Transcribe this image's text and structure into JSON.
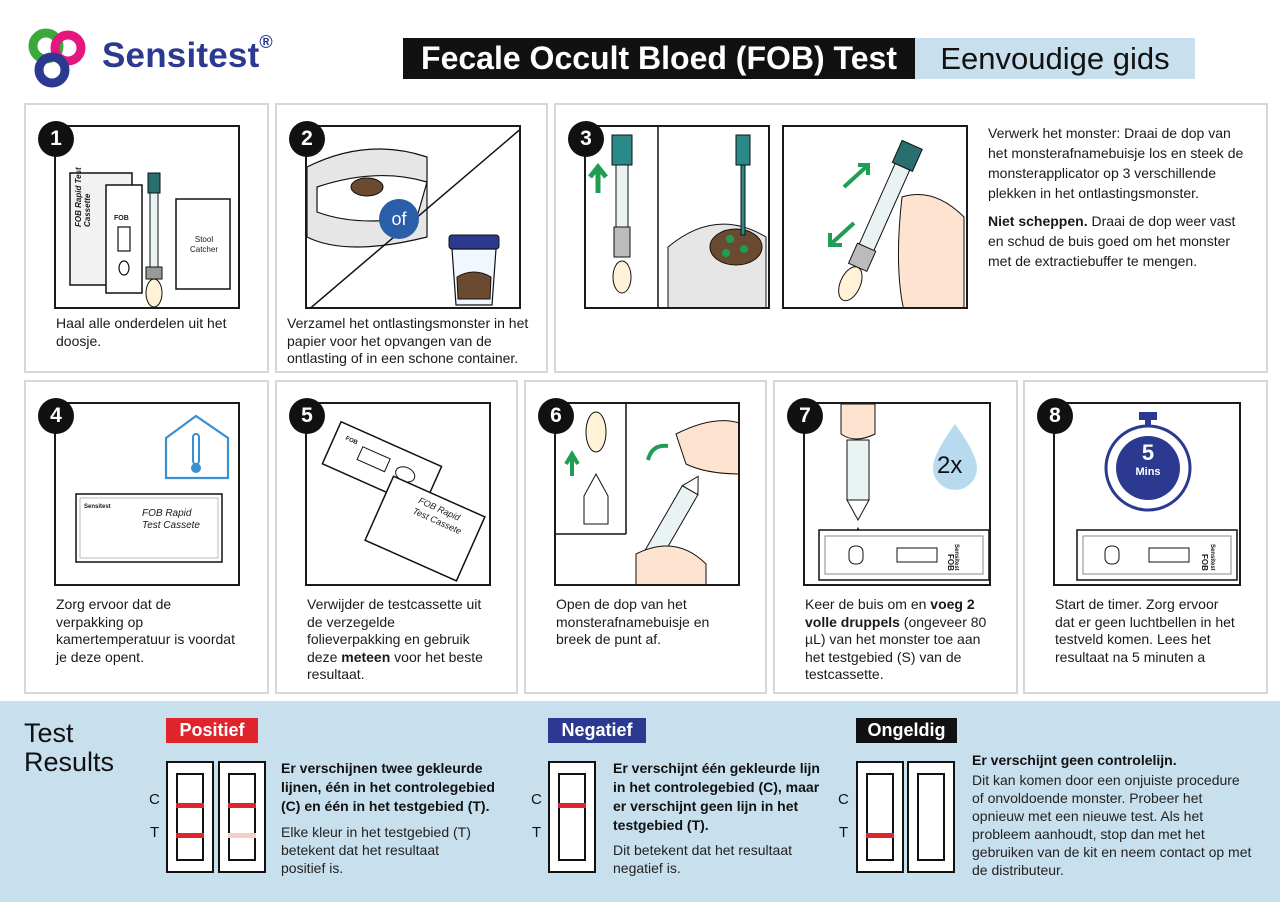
{
  "brand": {
    "name": "Sensitest",
    "mark": "®"
  },
  "header": {
    "title": "Fecale Occult Bloed (FOB) Test",
    "subtitle": "Eenvoudige gids"
  },
  "colors": {
    "brand_blue": "#2b3990",
    "light_blue": "#c8e0ee",
    "positive_red": "#e0242c",
    "negative_blue": "#2b3990",
    "invalid_black": "#111111",
    "accent_green": "#1f9d55",
    "teal": "#2a8a8a"
  },
  "steps": [
    {
      "number": "1",
      "text": "Haal alle onderdelen uit het doosje.",
      "cassette_label": "FOB Rapid Test Cassette",
      "fob": "FOB",
      "stool_catcher": "Stool Catcher"
    },
    {
      "number": "2",
      "text": "Verzamel het ontlastingsmonster in het papier voor het opvangen van de ontlasting of in een schone container.",
      "or_label": "of"
    },
    {
      "number": "3",
      "text_lead": "Verwerk het monster: Draai de dop van het monsterafnamebuisje los en steek de monsterapplicator op 3 verschillende plekken in het ontlastingsmonster.",
      "text_bold": "Niet scheppen.",
      "text_tail": " Draai de dop weer vast en schud de buis goed om het monster met de extractiebuffer te mengen."
    },
    {
      "number": "4",
      "text": "Zorg ervoor dat de verpakking op kamertemperatuur is voordat je deze opent.",
      "pack_brand": "Sensitest",
      "pack_label_1": "FOB Rapid",
      "pack_label_2": "Test Cassete"
    },
    {
      "number": "5",
      "text_lead": "Verwijder de testcassette uit de verzegelde folieverpakking en gebruik deze ",
      "text_bold": "meteen",
      "text_tail": " voor het beste resultaat.",
      "cassette_fob": "FOB",
      "foil_label_1": "FOB Rapid",
      "foil_label_2": "Test Cassete"
    },
    {
      "number": "6",
      "text": "Open de dop van het monsterafnamebuisje en breek de punt af."
    },
    {
      "number": "7",
      "text_lead": "Keer de buis om en ",
      "text_bold": "voeg 2 volle druppels",
      "text_tail": " (ongeveer 80 µL) van het monster toe aan het testgebied (S) van de testcassette.",
      "drops_label": "2x",
      "cassette_brand": "Sensitest",
      "cassette_fob": "FOB"
    },
    {
      "number": "8",
      "text": "Start de timer. Zorg ervoor dat er geen luchtbellen in het testveld komen. Lees het resultaat na 5 minuten a",
      "timer_value": "5",
      "timer_unit": "Mins",
      "cassette_brand": "Sensitest",
      "cassette_fob": "FOB"
    }
  ],
  "results": {
    "title": "Test Results",
    "positive": {
      "label": "Positief",
      "bold": "Er verschijnen twee gekleurde lijnen, één in het controlegebied (C) en één in het testgebied (T).",
      "normal": "Elke kleur in het testgebied (T) betekent dat het resultaat positief is."
    },
    "negative": {
      "label": "Negatief",
      "bold": "Er verschijnt één gekleurde lijn in het controlegebied (C), maar er verschijnt geen lijn in het testgebied (T).",
      "normal": "Dit betekent dat het resultaat negatief is."
    },
    "invalid": {
      "label": "Ongeldig",
      "bold": "Er verschijnt geen controlelijn.",
      "normal": "Dit kan komen door een onjuiste procedure of onvoldoende monster. Probeer het opnieuw met een nieuwe test. Als het probleem aanhoudt, stop dan met het gebruiken van de kit en neem contact op met de distributeur."
    },
    "c_label": "C",
    "t_label": "T"
  }
}
